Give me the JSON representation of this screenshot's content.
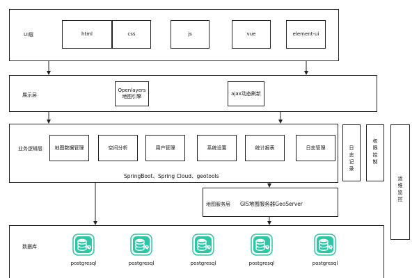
{
  "ui_layer": {
    "label": "UI层",
    "items": [
      "html",
      "css",
      "js",
      "vue",
      "element-ui"
    ]
  },
  "display_layer": {
    "label": "展示层",
    "openlayers_line1": "Openlayers",
    "openlayers_line2": "地图引擎",
    "ajax": "ajax动态刷新"
  },
  "business_layer": {
    "label": "业务逻辑层",
    "items": [
      "地图数据管理",
      "空间分析",
      "用户管理",
      "系统设置",
      "统计报表",
      "日志管理"
    ],
    "frameworks": "SpringBoot、Spring Cloud、geotools"
  },
  "side_panels": {
    "log": "日志记录",
    "permission": "权限控制",
    "ops": "运维监控"
  },
  "map_service_layer": {
    "label": "地图服务层",
    "server": "GIS地图服务器GeoServer"
  },
  "database_layer": {
    "label": "数据库",
    "items": [
      "postgresql",
      "postgresql",
      "postgresql",
      "postgresql",
      "postgresql"
    ],
    "icon": "database-icon",
    "icon_color": "#2ec7a6"
  }
}
